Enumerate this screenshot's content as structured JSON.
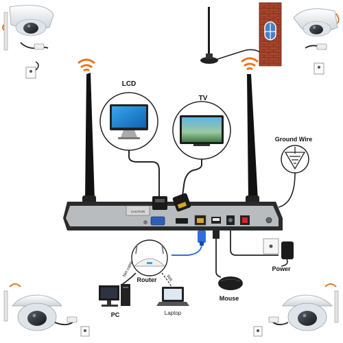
{
  "labels": {
    "lcd": "LCD",
    "tv": "TV",
    "ground_wire": "Ground Wire",
    "router": "Router",
    "pc": "PC",
    "laptop": "Laptop",
    "mouse": "Mouse",
    "power": "Power",
    "net_cable": "Net cable",
    "wifi": "Wifi",
    "caution": "CAUTION"
  },
  "colors": {
    "nvr_body": "#2b2b2b",
    "nvr_face": "#b9bcbf",
    "cable": "#222222",
    "wifi_signal": "#e8741c",
    "ethernet_plug": "#2f6fd6",
    "camera_dome": "#e8ecef",
    "brick": "#a8452d",
    "window_blue": "#4a7fc9"
  },
  "icons": {
    "cameras": "dome-camera-icon",
    "wifi": "wifi-signal-icon",
    "ground": "ground-symbol-icon"
  }
}
